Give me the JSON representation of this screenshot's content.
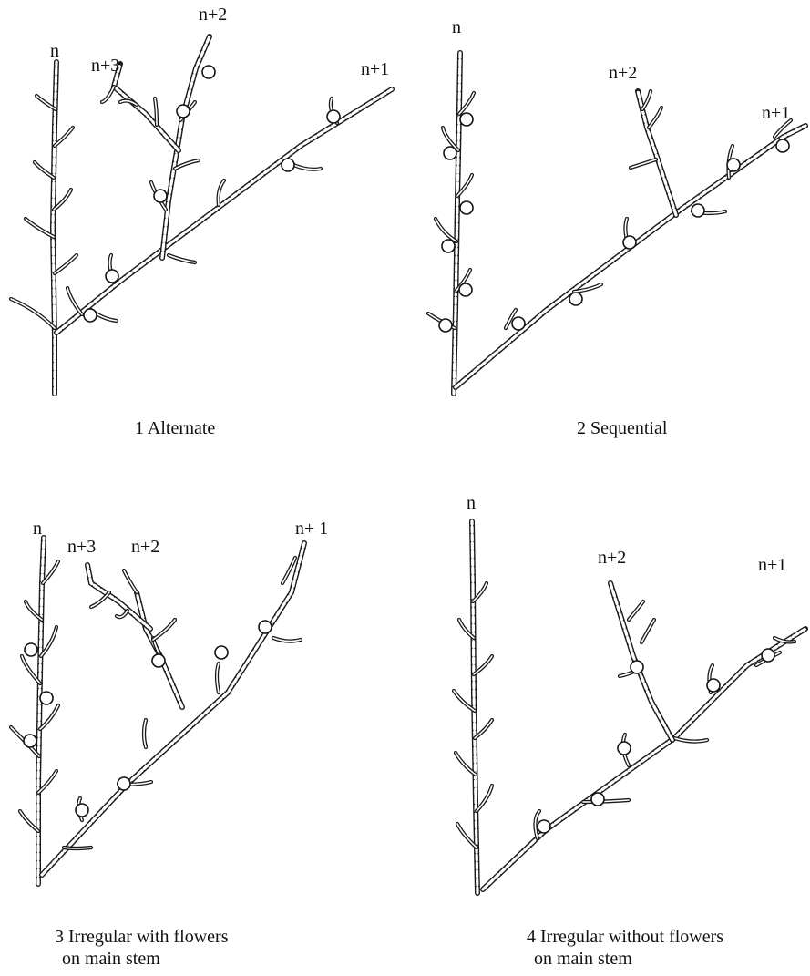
{
  "panels": [
    {
      "axis_labels": [
        "n",
        "n+3",
        "n+2",
        "n+1"
      ],
      "caption_lines": [
        "1 Alternate"
      ]
    },
    {
      "axis_labels": [
        "n",
        "n+2",
        "n+1"
      ],
      "caption_lines": [
        "2 Sequential"
      ]
    },
    {
      "axis_labels": [
        "n",
        "n+3",
        "n+2",
        "n+ 1"
      ],
      "caption_lines": [
        "3 Irregular with flowers",
        "on main stem"
      ]
    },
    {
      "axis_labels": [
        "n",
        "n+2",
        "n+1"
      ],
      "caption_lines": [
        "4 Irregular without flowers",
        "on main stem"
      ]
    }
  ],
  "colors": {
    "ink": "#1a1a1a",
    "paper": "#ffffff"
  },
  "icons": {
    "flower": "open-circle"
  }
}
